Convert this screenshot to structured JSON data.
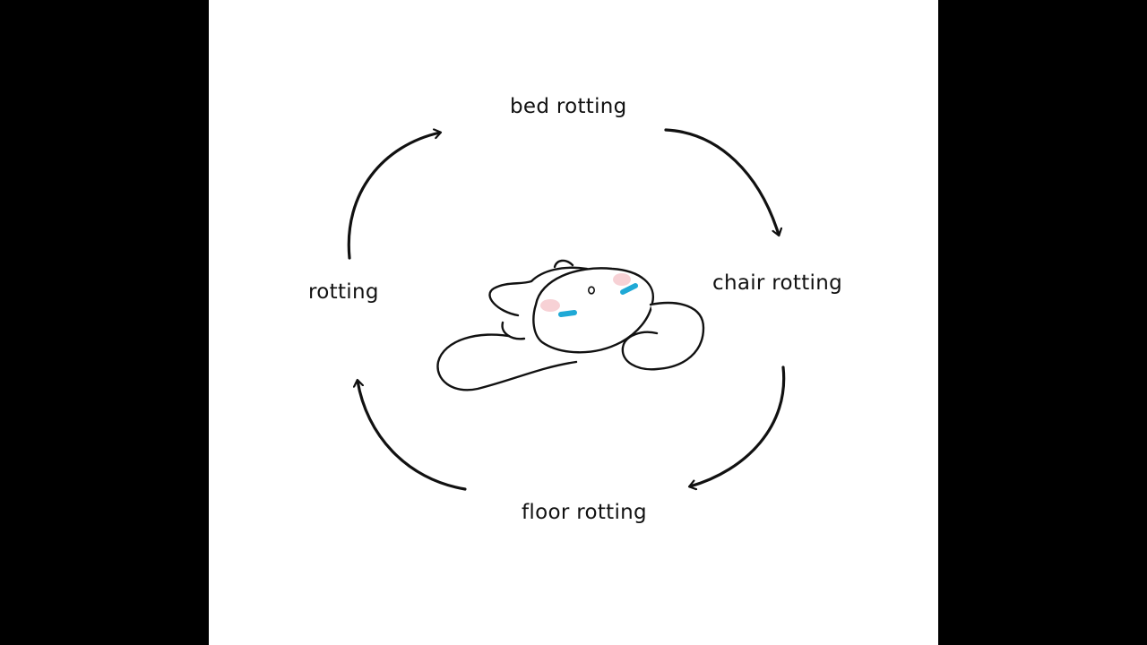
{
  "diagram": {
    "type": "cycle",
    "nodes": [
      {
        "id": "top",
        "label": "bed rotting"
      },
      {
        "id": "right",
        "label": "chair rotting"
      },
      {
        "id": "bottom",
        "label": "floor rotting"
      },
      {
        "id": "left",
        "label": "rotting"
      }
    ],
    "edges": [
      {
        "from": "bed rotting",
        "to": "chair rotting"
      },
      {
        "from": "chair rotting",
        "to": "floor rotting"
      },
      {
        "from": "floor rotting",
        "to": "rotting"
      },
      {
        "from": "rotting",
        "to": "bed rotting"
      }
    ]
  },
  "illustration": {
    "subject": "blob-character-lying-down",
    "cheek_color": "#f5c6cb",
    "eye_mark_color": "#1fa9d6",
    "line_color": "#111111"
  },
  "colors": {
    "background": "#ffffff",
    "letterbox": "#000000",
    "arrow": "#111111"
  }
}
